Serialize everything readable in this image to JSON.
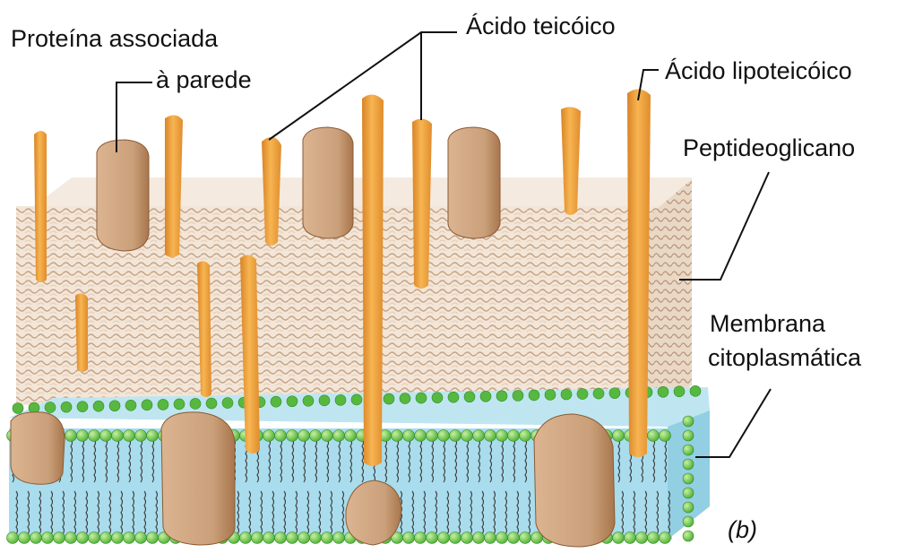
{
  "labels": {
    "wall_protein_line1": "Proteína associada",
    "wall_protein_line2": "à parede",
    "teichoic_acid": "Ácido teicóico",
    "lipoteichoic_acid": "Ácido lipoteicóico",
    "peptidoglycan": "Peptideoglicano",
    "membrane_line1": "Membrana",
    "membrane_line2": "citoplasmática",
    "panel_letter": "(b)"
  },
  "colors": {
    "peptidoglycan_fill": "#f1e4d6",
    "peptidoglycan_mesh": "#c9a88a",
    "membrane_core": "#a9dcec",
    "lipid_head": "#7ccf4a",
    "lipid_head_top": "#3fa93a",
    "lipid_tail": "#3a3a3a",
    "teichoic_acid": "#f2a23a",
    "protein": "#c99970",
    "protein_dark": "#9a6a42",
    "leader_line": "#111111"
  }
}
